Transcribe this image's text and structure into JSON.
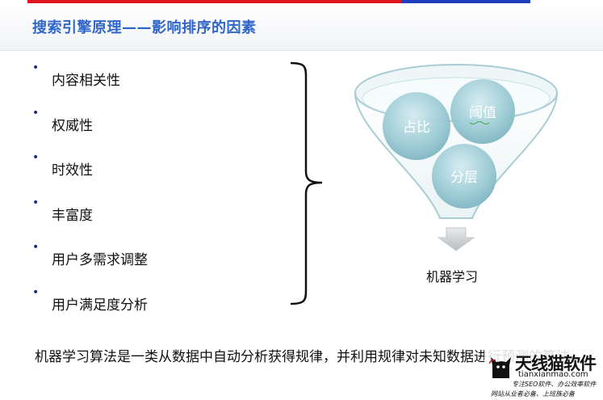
{
  "slide": {
    "title": "搜索引擎原理——影响排序的因素"
  },
  "factors": [
    {
      "label": "内容相关性"
    },
    {
      "label": "权威性"
    },
    {
      "label": "时效性"
    },
    {
      "label": "丰富度"
    },
    {
      "label": "用户多需求调整"
    },
    {
      "label": "用户满足度分析"
    }
  ],
  "funnel": {
    "circles": [
      {
        "label": "占比"
      },
      {
        "label": "阈值"
      },
      {
        "label": "分层"
      }
    ],
    "caption": "机器学习"
  },
  "paragraph": "机器学习算法是一类从数据中自动分析获得规律，并利用规律对未知数据进行预测的算法。",
  "watermark": {
    "brand": "天线猫软件",
    "domain": "tianxianmao.com",
    "tagline1": "专注SEO软件、办公效率软件",
    "tagline2": "网站从业者必备、上班族必备"
  },
  "colors": {
    "title": "#2f66c8",
    "accent_red": "#e0141e",
    "accent_blue": "#1f3fbf",
    "bubble": "#8fc4cf"
  }
}
